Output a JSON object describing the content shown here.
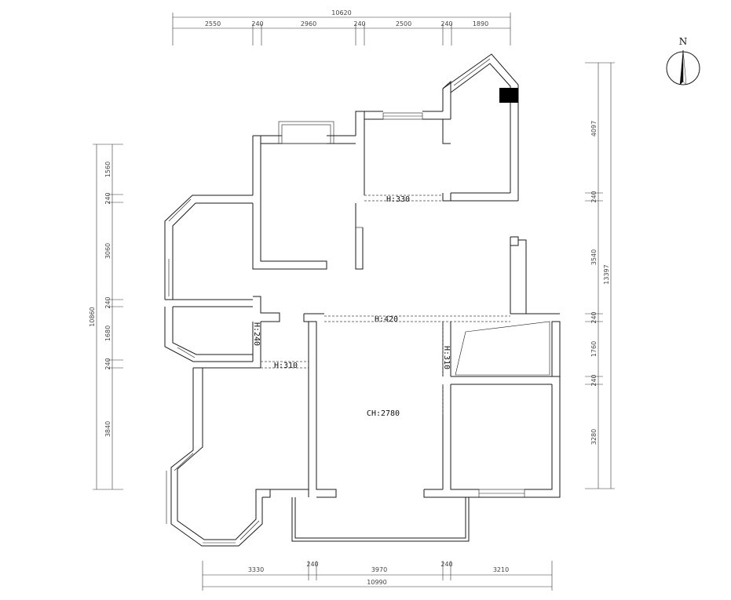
{
  "north_label": "N",
  "dimensions": {
    "top_total": "10620",
    "top_segments": [
      "2550",
      "240",
      "2960",
      "240",
      "2500",
      "240",
      "1890"
    ],
    "bottom_total": "10990",
    "bottom_segments": [
      "3330",
      "240",
      "3970",
      "240",
      "3210"
    ],
    "left_total": "10860",
    "left_segments": [
      "1560",
      "240",
      "3060",
      "240",
      "1680",
      "240",
      "3840"
    ],
    "right_total": "13397",
    "right_segments": [
      "4097",
      "240",
      "3540",
      "240",
      "1760",
      "240",
      "3280"
    ]
  },
  "room_labels": {
    "h330": "H:330",
    "h420": "H:420",
    "h240": "H:240",
    "h310_left": "H:310",
    "h310_right": "H:310",
    "ceiling": "CH:2780"
  }
}
